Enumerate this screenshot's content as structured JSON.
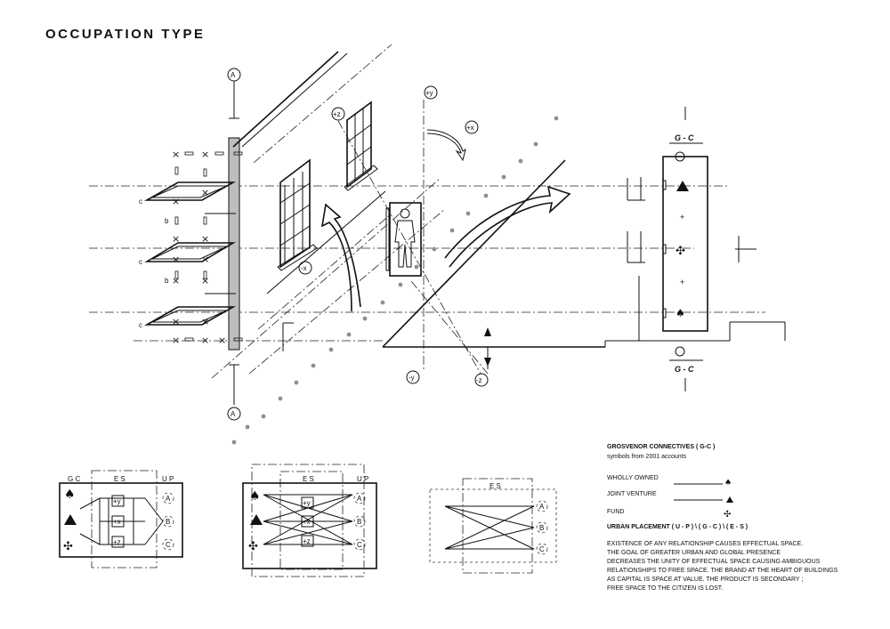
{
  "title": "OCCUPATION TYPE",
  "axes": {
    "A_top": "A",
    "A_bottom": "A",
    "plus_y": "+y",
    "minus_y": "-y",
    "plus_x": "+x",
    "minus_x": "-x",
    "plus_z": "+z",
    "minus_z": "-z"
  },
  "floor_marks": {
    "c": "c",
    "b": "b"
  },
  "gc_section": {
    "top": "G - C",
    "bottom": "G - C"
  },
  "legend": {
    "heading": "GROSVENOR CONNECTIVES  ( G-C )",
    "subheading": "symbols from 2001 accounts",
    "items": [
      {
        "label": "WHOLLY OWNED",
        "symbol": "spade"
      },
      {
        "label": "JOINT VENTURE",
        "symbol": "triangle"
      },
      {
        "label": "FUND",
        "symbol": "club-cross"
      }
    ],
    "placement_heading": "URBAN PLACEMENT  ( U - P ) \\ ( G - C ) \\ ( E - S )",
    "statement": [
      "EXISTENCE OF ANY RELATIONSHIP CAUSES EFFECTUAL SPACE.",
      "THE GOAL OF GREATER URBAN  AND GLOBAL PRESENCE",
      "DECREASES THE UNITY OF EFFECTUAL SPACE CAUSING AMBIGUOUS",
      "RELATIONSHIPS TO FREE SPACE. THE BRAND AT THE HEART OF BUILDINGS",
      "AS CAPITAL IS SPACE AT VALUE. THE PRODUCT IS SECONDARY ;",
      "FREE SPACE TO THE CITIZEN IS LOST."
    ]
  },
  "diagrams": {
    "d1": {
      "gc": "G C",
      "es": "E S",
      "up": "U P",
      "nodes": [
        "A",
        "B",
        "C"
      ],
      "markers": [
        "+y",
        "+x",
        "+z"
      ]
    },
    "d2": {
      "es": "E S",
      "up": "U P",
      "nodes": [
        "A",
        "B",
        "C"
      ],
      "markers": [
        "+y",
        "+x",
        "+z"
      ]
    },
    "d3": {
      "es": "E S",
      "nodes": [
        "A",
        "B",
        "C"
      ]
    }
  },
  "colors": {
    "ink": "#111111",
    "column": "#bdbdbd",
    "dot": "#9a8a8a"
  }
}
